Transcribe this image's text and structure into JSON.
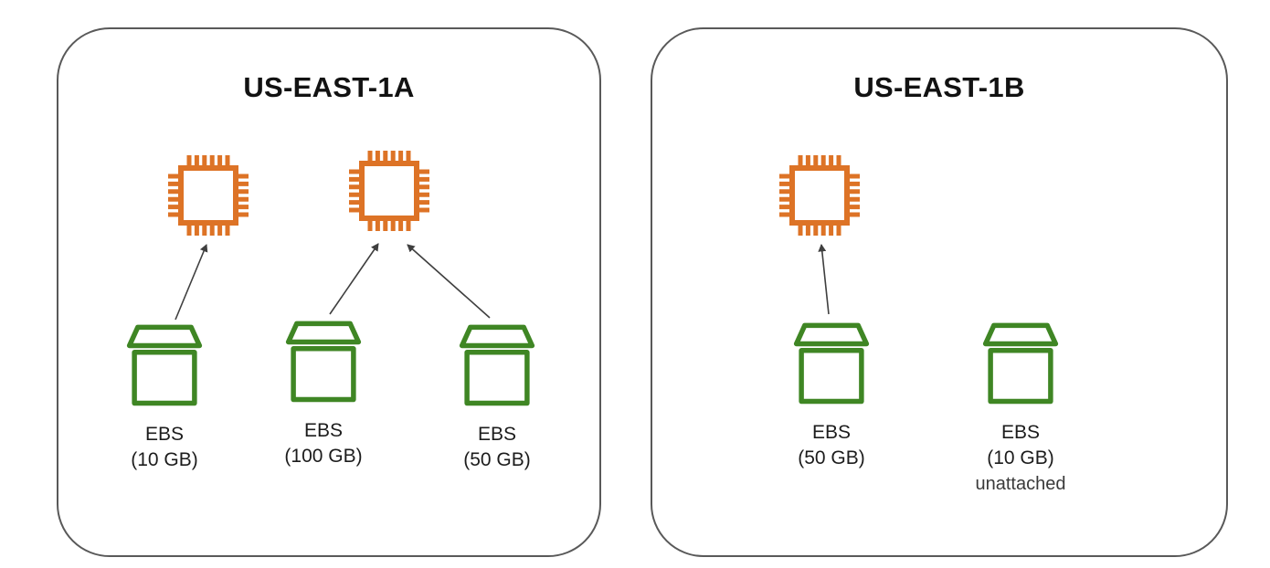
{
  "colors": {
    "instance": "#DD7326",
    "volume": "#3F8624",
    "arrow": "#3F3F3F",
    "zone_border": "#595959",
    "label_text": "#1C1C1C"
  },
  "diagram": {
    "zones": [
      {
        "title": "US-EAST-1A",
        "instance_count": 2,
        "volumes": [
          {
            "label": "EBS",
            "size": "(10 GB)",
            "attached_to_instance": 1
          },
          {
            "label": "EBS",
            "size": "(100 GB)",
            "attached_to_instance": 2
          },
          {
            "label": "EBS",
            "size": "(50 GB)",
            "attached_to_instance": 2
          }
        ]
      },
      {
        "title": "US-EAST-1B",
        "instance_count": 1,
        "volumes": [
          {
            "label": "EBS",
            "size": "(50 GB)",
            "attached_to_instance": 1
          },
          {
            "label": "EBS",
            "size": "(10 GB)",
            "attached_to_instance": null,
            "status": "unattached"
          }
        ]
      }
    ]
  }
}
